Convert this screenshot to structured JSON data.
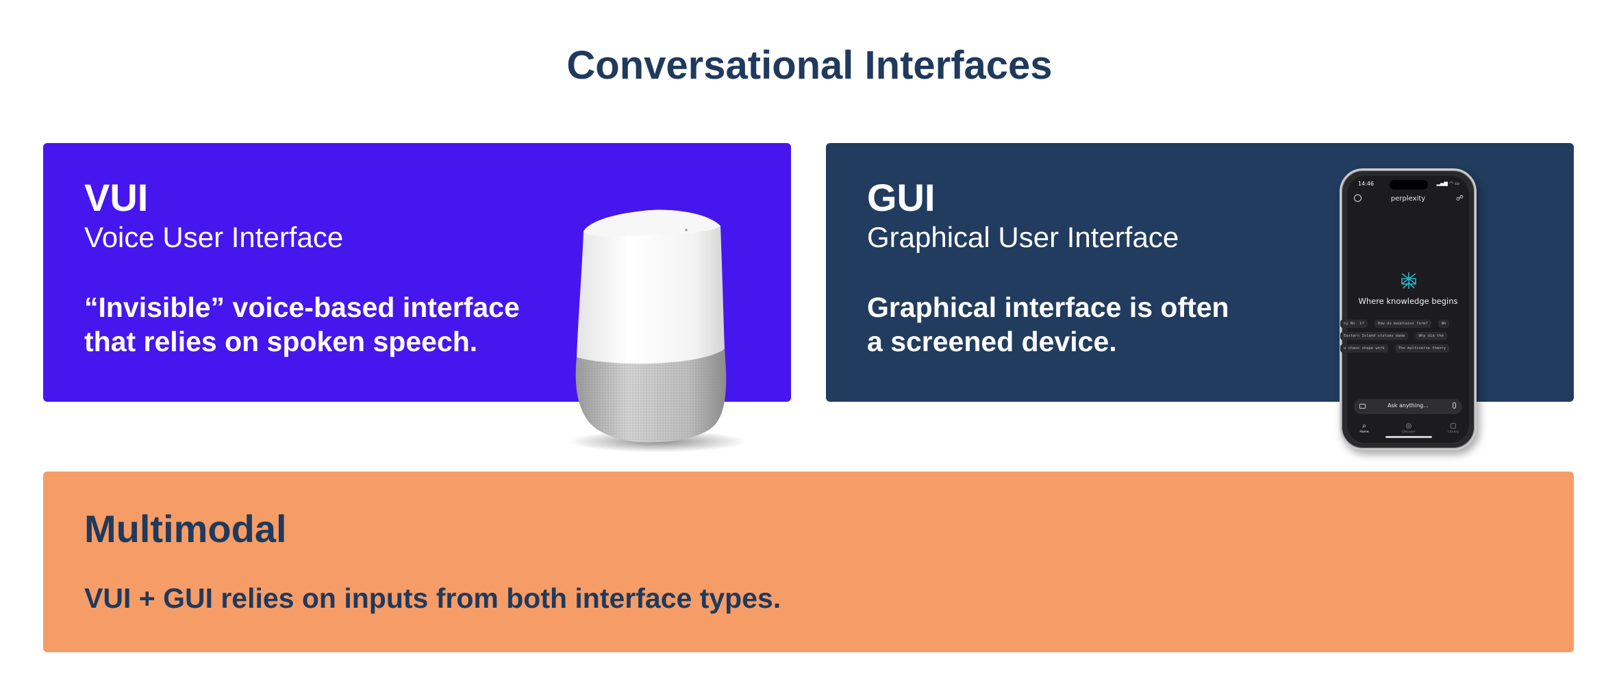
{
  "page": {
    "title": "Conversational Interfaces"
  },
  "vui": {
    "heading": "VUI",
    "subtitle": "Voice User Interface",
    "description_line1": "“Invisible” voice-based interface",
    "description_line2": "that relies on spoken speech.",
    "background": "#4517ee",
    "device_icon": "smart-speaker"
  },
  "gui": {
    "heading": "GUI",
    "subtitle": "Graphical User Interface",
    "description_line1": "Graphical interface is often",
    "description_line2": "a screened device.",
    "background": "#213c5e",
    "device_icon": "smartphone"
  },
  "multimodal": {
    "heading": "Multimodal",
    "description": "VUI + GUI relies on inputs from both interface types.",
    "background": "#f69c67"
  },
  "phone_screen": {
    "time": "14:46",
    "app_name": "perplexity",
    "tagline": "Where knowledge begins",
    "chip_rows": [
      [
        "ny No. 1?",
        "How do mountains form?",
        "Wh"
      ],
      [
        "Eastern Island statues made",
        "Why did the"
      ],
      [
        "w chaos shape work",
        "The multiverse theory"
      ]
    ],
    "input_placeholder": "Ask anything...",
    "tabs": [
      "Home",
      "Discover",
      "Library"
    ]
  },
  "colors": {
    "title": "#1f3a5c",
    "multimodal_text": "#1f3a5c",
    "card_text": "#ffffff"
  }
}
